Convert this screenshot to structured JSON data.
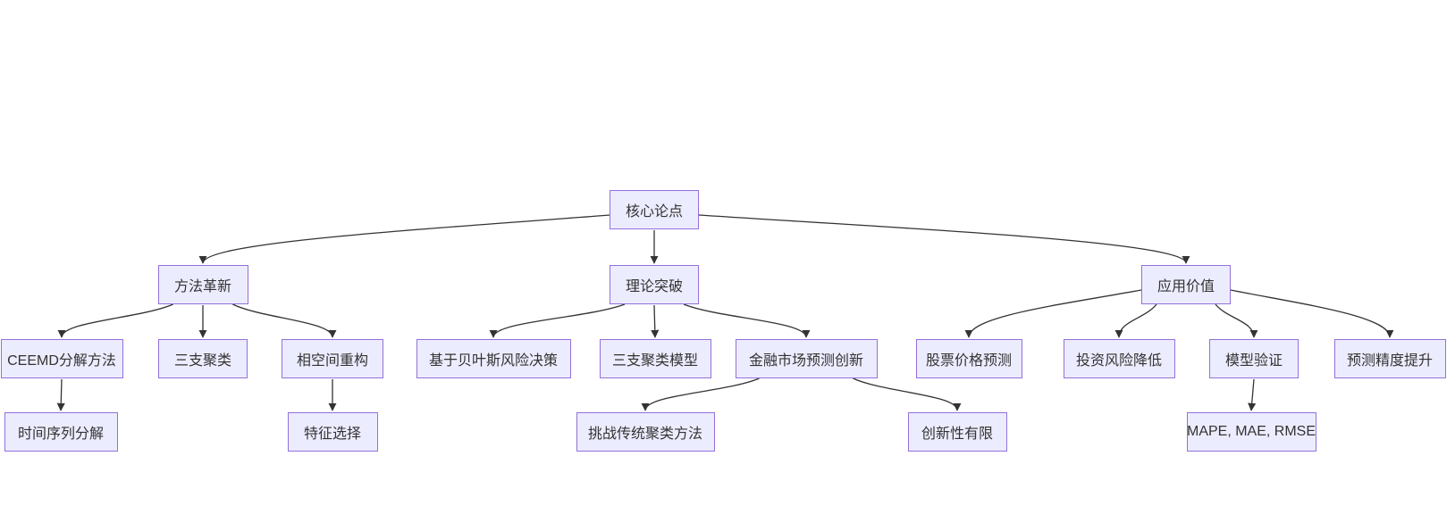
{
  "diagram": {
    "type": "flowchart-top-down",
    "background_color": "#ffffff",
    "node_fill_color": "#ECECFF",
    "node_border_color": "#9370DB",
    "node_text_color": "#333333",
    "edge_color": "#333333",
    "nodes": [
      {
        "id": "root",
        "label": "核心论点"
      },
      {
        "id": "method",
        "label": "方法革新"
      },
      {
        "id": "theory",
        "label": "理论突破"
      },
      {
        "id": "application",
        "label": "应用价值"
      },
      {
        "id": "ceemd",
        "label": "CEEMD分解方法"
      },
      {
        "id": "three-way-clustering",
        "label": "三支聚类"
      },
      {
        "id": "phase-space",
        "label": "相空间重构"
      },
      {
        "id": "bayesian-risk",
        "label": "基于贝叶斯风险决策"
      },
      {
        "id": "three-way-model",
        "label": "三支聚类模型"
      },
      {
        "id": "financial-innovation",
        "label": "金融市场预测创新"
      },
      {
        "id": "stock-prediction",
        "label": "股票价格预测"
      },
      {
        "id": "risk-reduction",
        "label": "投资风险降低"
      },
      {
        "id": "model-validation",
        "label": "模型验证"
      },
      {
        "id": "accuracy-improvement",
        "label": "预测精度提升"
      },
      {
        "id": "time-series-decomp",
        "label": "时间序列分解"
      },
      {
        "id": "feature-selection",
        "label": "特征选择"
      },
      {
        "id": "challenge-traditional",
        "label": "挑战传统聚类方法"
      },
      {
        "id": "limited-novelty",
        "label": "创新性有限"
      },
      {
        "id": "metrics",
        "label": "MAPE, MAE, RMSE"
      }
    ],
    "edges": [
      {
        "from": "root",
        "to": "method"
      },
      {
        "from": "root",
        "to": "theory"
      },
      {
        "from": "root",
        "to": "application"
      },
      {
        "from": "method",
        "to": "ceemd"
      },
      {
        "from": "method",
        "to": "three-way-clustering"
      },
      {
        "from": "method",
        "to": "phase-space"
      },
      {
        "from": "ceemd",
        "to": "time-series-decomp"
      },
      {
        "from": "phase-space",
        "to": "feature-selection"
      },
      {
        "from": "theory",
        "to": "bayesian-risk"
      },
      {
        "from": "theory",
        "to": "three-way-model"
      },
      {
        "from": "theory",
        "to": "financial-innovation"
      },
      {
        "from": "financial-innovation",
        "to": "challenge-traditional"
      },
      {
        "from": "financial-innovation",
        "to": "limited-novelty"
      },
      {
        "from": "application",
        "to": "stock-prediction"
      },
      {
        "from": "application",
        "to": "risk-reduction"
      },
      {
        "from": "application",
        "to": "model-validation"
      },
      {
        "from": "application",
        "to": "accuracy-improvement"
      },
      {
        "from": "model-validation",
        "to": "metrics"
      }
    ]
  }
}
